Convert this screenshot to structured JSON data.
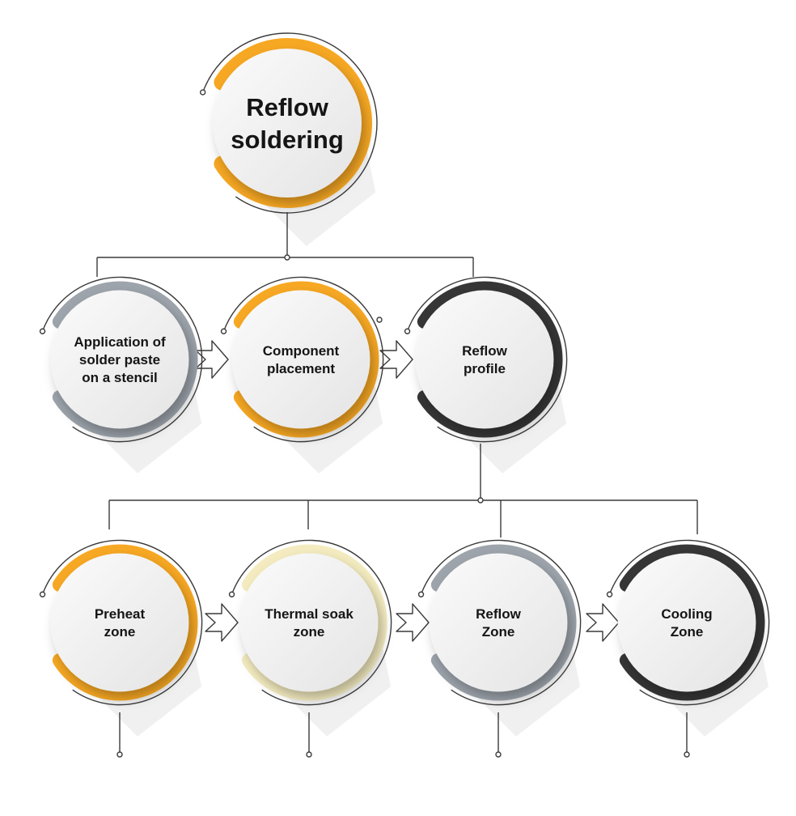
{
  "colors": {
    "orange": "#f7a823",
    "gray": "#9da4ac",
    "dark": "#363636",
    "cream": "#f4ecc0",
    "disc": "#f1f1f1",
    "line": "#3a3a3a"
  },
  "root": {
    "lines": [
      "Reflow",
      "soldering"
    ],
    "ring_color": "orange"
  },
  "level1": [
    {
      "lines": [
        "Application of",
        "solder paste",
        "on a stencil"
      ],
      "ring_color": "gray"
    },
    {
      "lines": [
        "Component",
        "placement"
      ],
      "ring_color": "orange"
    },
    {
      "lines": [
        "Reflow",
        "profile"
      ],
      "ring_color": "dark"
    }
  ],
  "level2": [
    {
      "lines": [
        "Preheat",
        "zone"
      ],
      "ring_color": "orange"
    },
    {
      "lines": [
        "Thermal soak",
        "zone"
      ],
      "ring_color": "cream"
    },
    {
      "lines": [
        "Reflow",
        "Zone"
      ],
      "ring_color": "gray"
    },
    {
      "lines": [
        "Cooling",
        "Zone"
      ],
      "ring_color": "dark"
    }
  ]
}
